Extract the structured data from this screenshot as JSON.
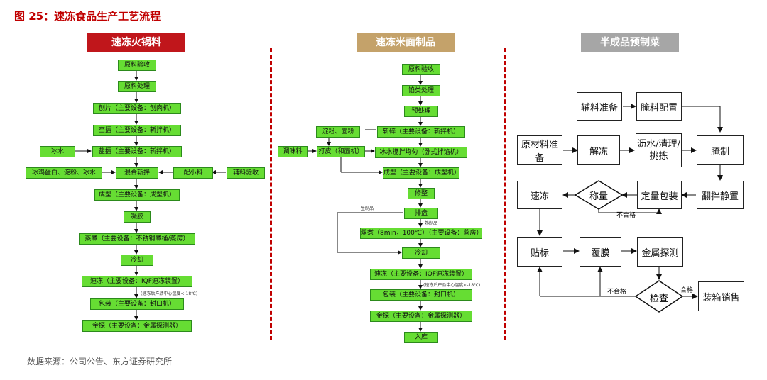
{
  "figure_title": "图 25：速冻食品生产工艺流程",
  "source": "数据来源：公司公告、东方证券研究所",
  "panels": {
    "hotpot": {
      "banner": "速冻火锅料",
      "steps": [
        "原料验收",
        "原料处理",
        "刨片（主要设备：刨肉机）",
        "空擂（主要设备：斩拌机）",
        "盐擂（主要设备：斩拌机）",
        "混合斩拌",
        "成型（主要设备：成型机）",
        "凝胶",
        "蒸煮（主要设备：不锈钢煮桶/蒸房）",
        "冷却",
        "速冻（主要设备：IQF速冻装置）",
        "包装（主要设备：封口机）",
        "金探（主要设备：金属探测器）"
      ],
      "side": {
        "ice": "冰水",
        "mix_inputs": "冰鸡蛋白、淀粉、冰水",
        "small_mix": "配小料",
        "aux": "辅料验收"
      },
      "note": "(速冻后产品中心温度<-18℃)"
    },
    "flour": {
      "banner": "速冻米面制品",
      "steps": [
        "原料验收",
        "馅类处理",
        "预处理",
        "斩碎（主要设备：斩拌机）",
        "冰水搅拌均匀（卧式拌馅机）",
        "成型（主要设备：成型机）",
        "修整",
        "排盘",
        "蒸煮（8min，100℃）（主要设备：蒸房）",
        "冷却",
        "速冻（主要设备：IQF速冻装置）",
        "包装（主要设备：封口机）",
        "金探（主要设备：金属探测器）",
        "入库"
      ],
      "side": {
        "starch": "淀粉、面粉",
        "seasoning": "调味料",
        "dough": "打皮（和面机）"
      },
      "labels": {
        "raw": "生制品",
        "cooked": "熟制品"
      },
      "note": "(速冻后产品中心温度<-18℃)"
    },
    "prepared": {
      "banner": "半成品预制菜",
      "boxes": {
        "aux_prep": "辅料准备",
        "marinade_cfg": "腌料配置",
        "raw_prep": "原材料准备",
        "thaw": "解冻",
        "drain": "沥水/清理/挑拣",
        "marinate": "腌制",
        "freeze": "速冻",
        "weigh": "称量",
        "pack": "定量包装",
        "stir": "翻拌静置",
        "label": "贴标",
        "film": "覆膜",
        "metal": "金属探测",
        "check": "检查",
        "sell": "装箱销售"
      },
      "labels": {
        "fail1": "不合格",
        "fail2": "不合格",
        "pass": "合格"
      }
    }
  },
  "colors": {
    "accent": "#c00000",
    "banner1": "#c0161b",
    "banner2": "#c4a26a",
    "banner3": "#a6a6a6",
    "green": "#66dd33"
  }
}
